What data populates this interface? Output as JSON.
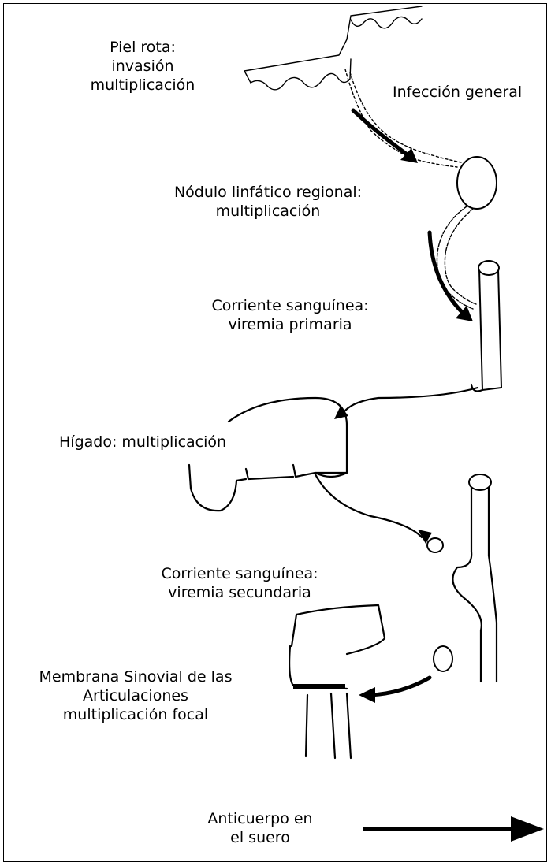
{
  "labels": {
    "skin_line1": "Piel rota:",
    "skin_line2": "invasión",
    "skin_line3": "multiplicación",
    "general_infection": "Infección general",
    "lymph_line1": "Nódulo linfático regional:",
    "lymph_line2": "multiplicación",
    "blood1_line1": "Corriente sanguínea:",
    "blood1_line2": "viremia primaria",
    "liver": "Hígado: multiplicación",
    "blood2_line1": "Corriente sanguínea:",
    "blood2_line2": "viremia secundaria",
    "synovial_line1": "Membrana Sinovial de las",
    "synovial_line2": "Articulaciones",
    "synovial_line3": "multiplicación focal",
    "antibody_line1": "Anticuerpo en",
    "antibody_line2": "el suero"
  }
}
